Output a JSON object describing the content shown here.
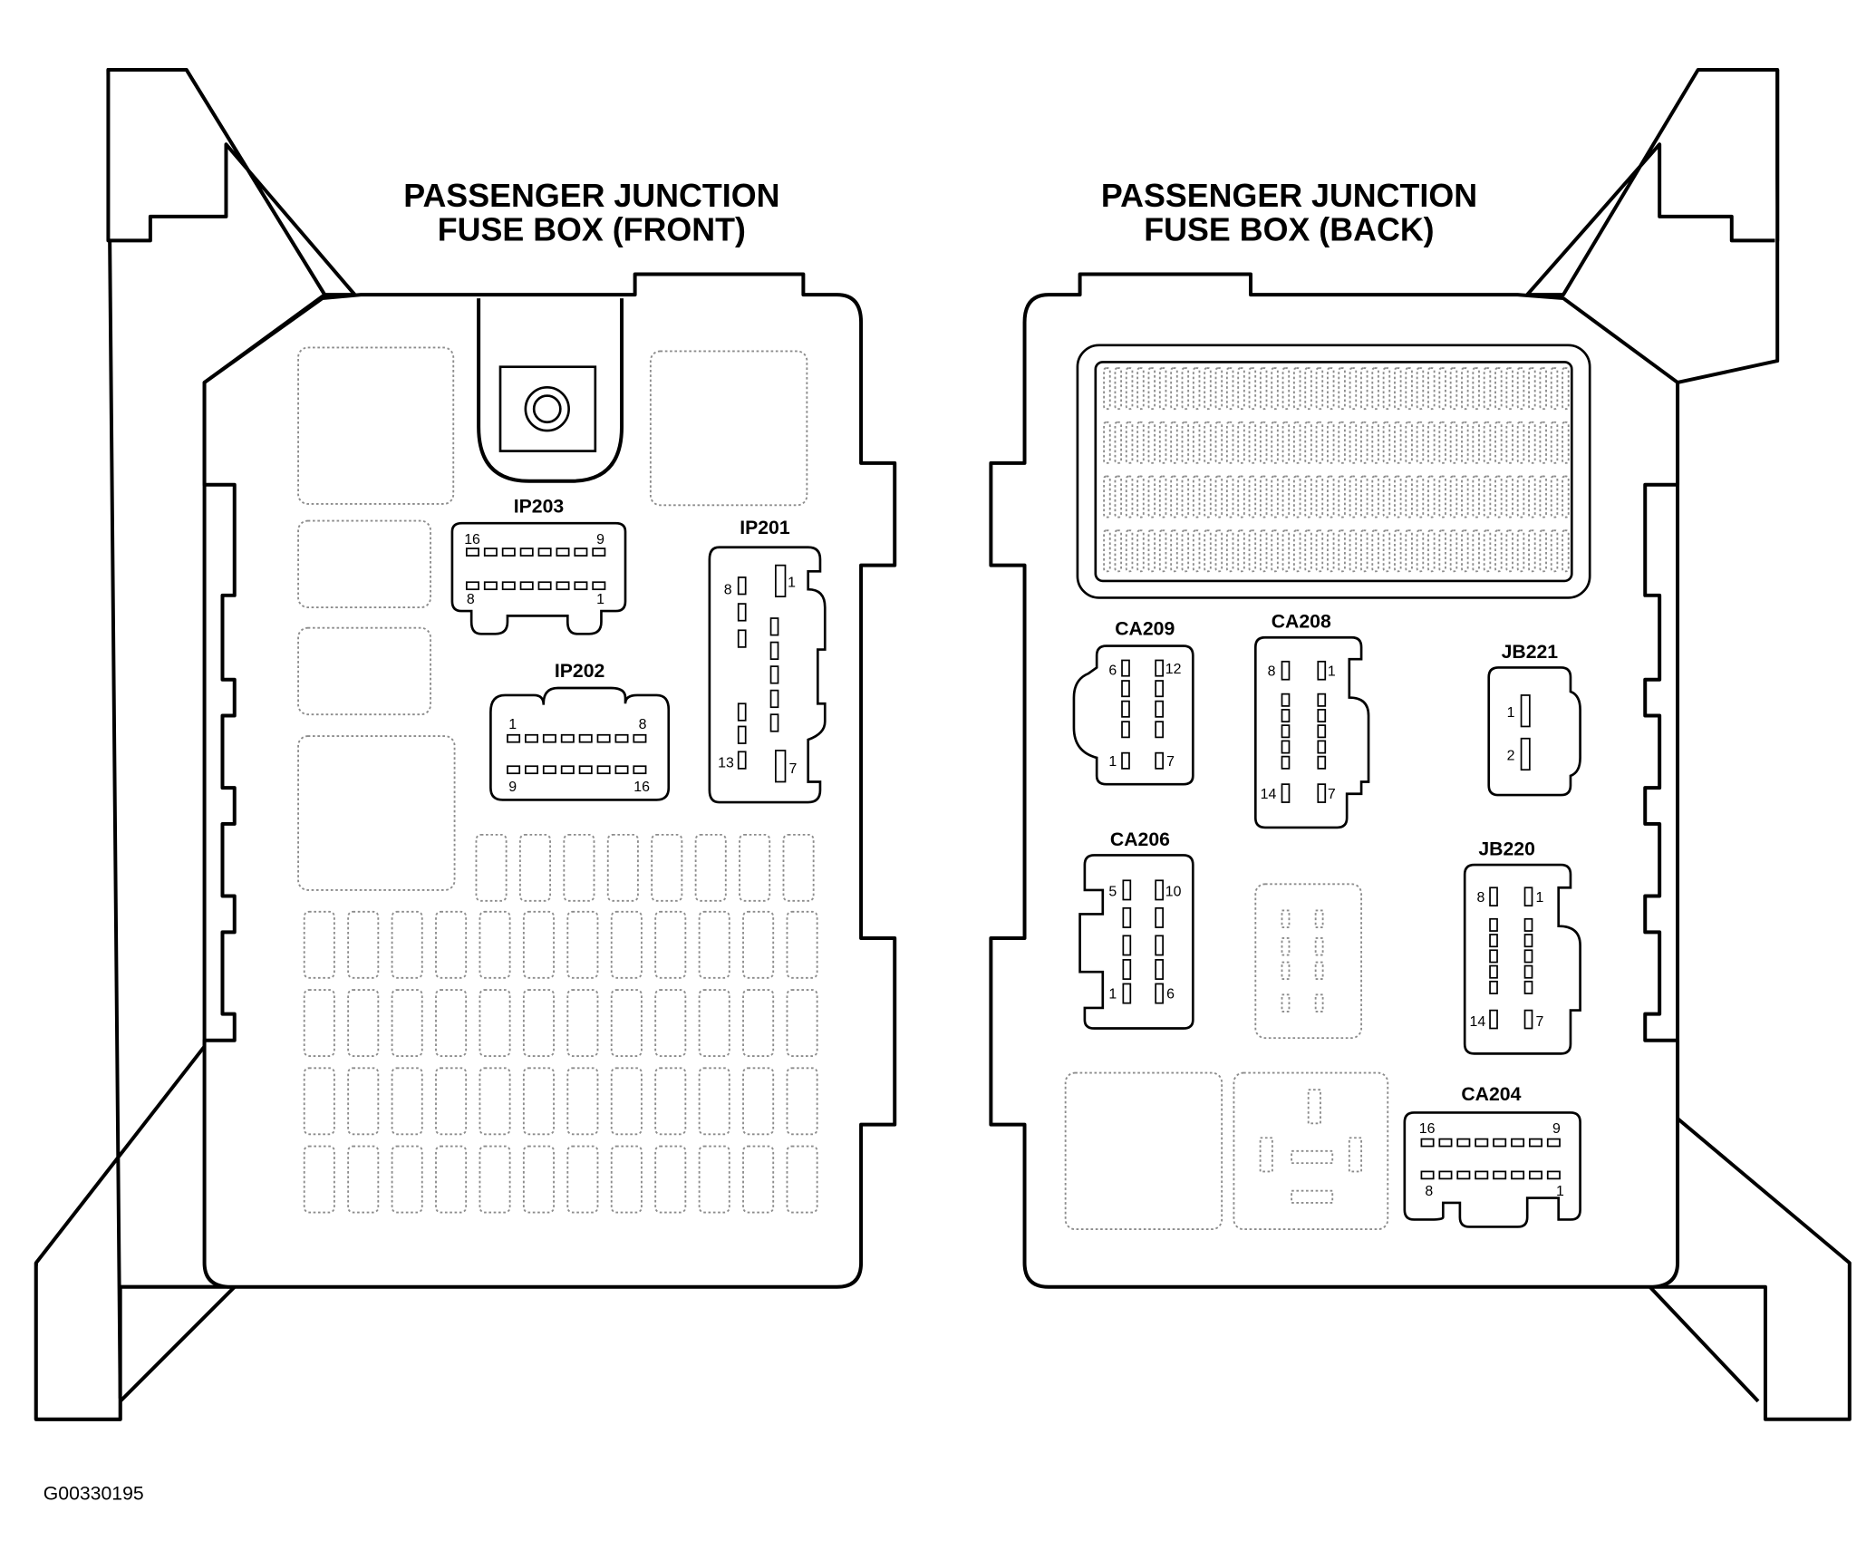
{
  "front": {
    "title_line1": "PASSENGER JUNCTION",
    "title_line2": "FUSE BOX (FRONT)",
    "connectors": {
      "ip203": {
        "name": "IP203",
        "pins": [
          "16",
          "9",
          "8",
          "1"
        ]
      },
      "ip202": {
        "name": "IP202",
        "pins": [
          "1",
          "8",
          "9",
          "16"
        ]
      },
      "ip201": {
        "name": "IP201",
        "pins": [
          "8",
          "1",
          "13",
          "7"
        ]
      }
    }
  },
  "back": {
    "title_line1": "PASSENGER JUNCTION",
    "title_line2": "FUSE BOX (BACK)",
    "connectors": {
      "ca209": {
        "name": "CA209",
        "pins": [
          "6",
          "12",
          "1",
          "7"
        ]
      },
      "ca208": {
        "name": "CA208",
        "pins": [
          "8",
          "1",
          "14",
          "7"
        ]
      },
      "jb221": {
        "name": "JB221",
        "pins": [
          "1",
          "2"
        ]
      },
      "ca206": {
        "name": "CA206",
        "pins": [
          "5",
          "10",
          "1",
          "6"
        ]
      },
      "jb220": {
        "name": "JB220",
        "pins": [
          "8",
          "1",
          "14",
          "7"
        ]
      },
      "ca204": {
        "name": "CA204",
        "pins": [
          "16",
          "9",
          "8",
          "1"
        ]
      }
    }
  },
  "figure_code": "G00330195"
}
